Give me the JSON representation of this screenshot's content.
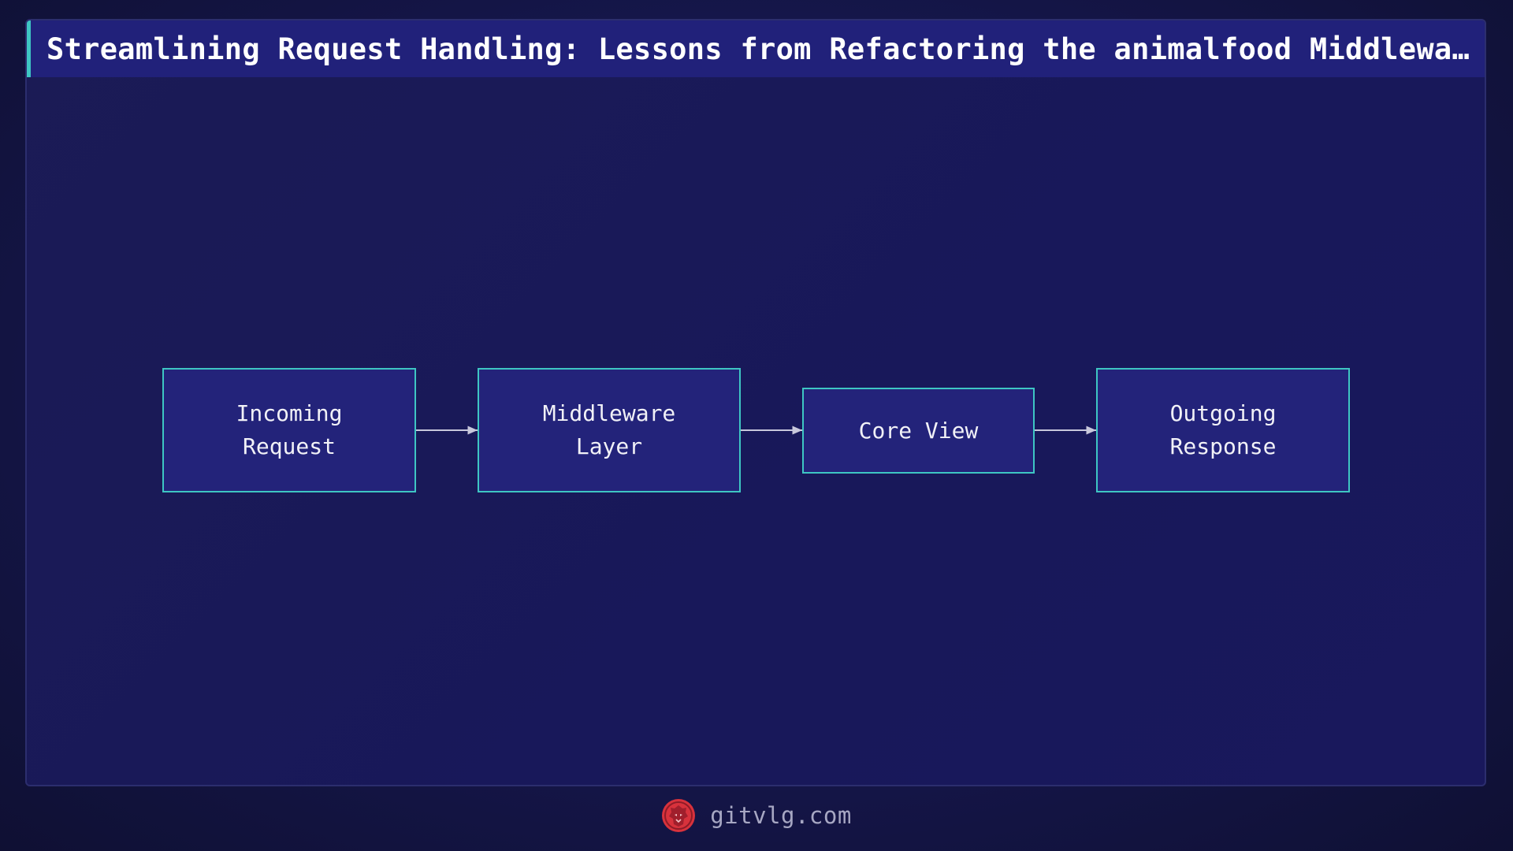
{
  "header": {
    "title": "Streamlining Request Handling: Lessons from Refactoring the animalfood Middlewa…"
  },
  "diagram": {
    "nodes": [
      {
        "id": "incoming-request",
        "label": "Incoming\nRequest"
      },
      {
        "id": "middleware-layer",
        "label": "Middleware\nLayer"
      },
      {
        "id": "core-view",
        "label": "Core View"
      },
      {
        "id": "outgoing-response",
        "label": "Outgoing\nResponse"
      }
    ],
    "edges": [
      {
        "from": "incoming-request",
        "to": "middleware-layer"
      },
      {
        "from": "middleware-layer",
        "to": "core-view"
      },
      {
        "from": "core-view",
        "to": "outgoing-response"
      }
    ]
  },
  "footer": {
    "site": "gitvlg.com",
    "logo_icon": "lion-head-icon"
  },
  "colors": {
    "background": "#111239",
    "card": "#19185c",
    "title_bar": "#21217a",
    "accent": "#3ec6c3",
    "node_fill": "#23237a",
    "arrow": "#c8c8dc",
    "logo": "#d8323c"
  }
}
